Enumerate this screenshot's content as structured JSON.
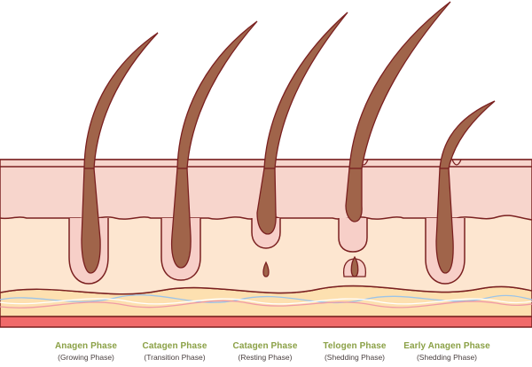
{
  "colors": {
    "skin_top": "#f7d5cc",
    "skin_mid": "#fde6d0",
    "outline": "#7a2020",
    "hair": "#a0644a",
    "bulb": "#a0644a",
    "follicle": "#f7cfc8",
    "fat_layer": "#fde0b0",
    "base_band": "#f06a6a",
    "label_green": "#8aa045",
    "label_text": "#4a4040",
    "vessel_blue": "#9cc4e8",
    "vessel_pink": "#f09aa6",
    "vessel_white": "#ffffff"
  },
  "phases": [
    {
      "name": "Anagen Phase",
      "subtitle": "(Growing Phase)"
    },
    {
      "name": "Catagen Phase",
      "subtitle": "(Transition Phase)"
    },
    {
      "name": "Catagen Phase",
      "subtitle": "(Resting Phase)"
    },
    {
      "name": "Telogen Phase",
      "subtitle": "(Shedding Phase)"
    },
    {
      "name": "Early Anagen Phase",
      "subtitle": "(Shedding Phase)"
    }
  ]
}
